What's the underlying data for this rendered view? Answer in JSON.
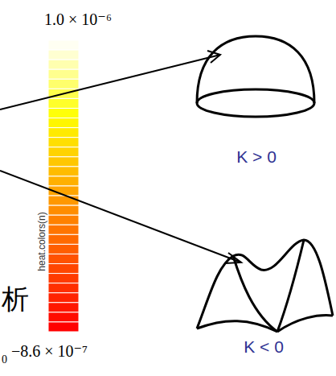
{
  "diagram": {
    "nodes": [
      {
        "text": [
          "K > 0"
        ]
      },
      {
        "text": [
          "K < 0"
        ]
      }
    ],
    "labels": [
      "1.0 × 10⁻⁶",
      "heat.colors(n)",
      "析",
      "0",
      "−8.6 × 10⁻⁷"
    ]
  }
}
